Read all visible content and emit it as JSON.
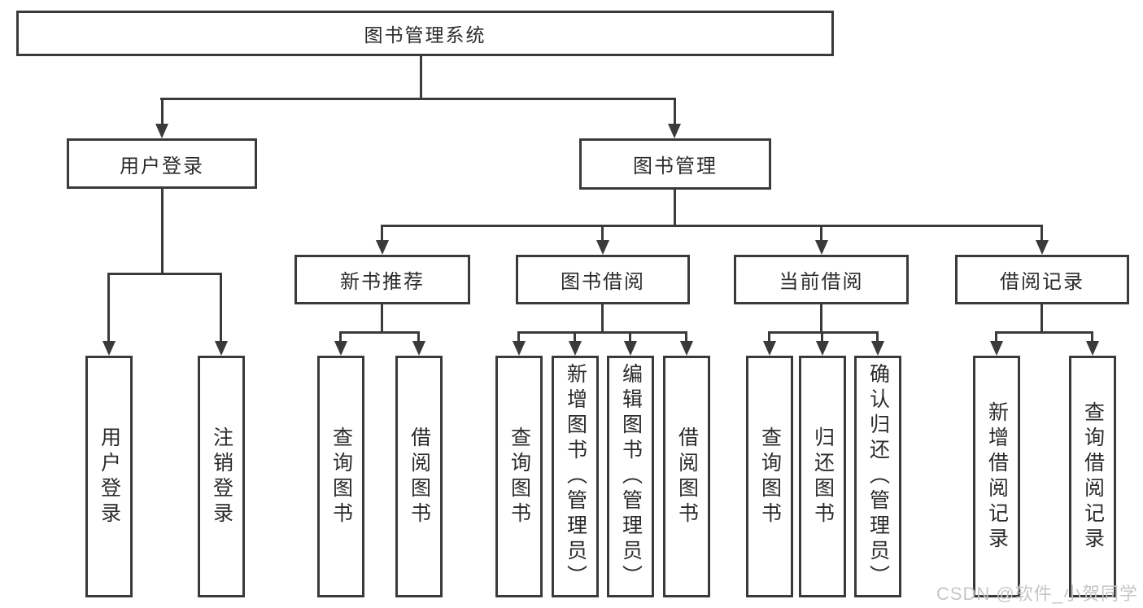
{
  "colors": {
    "line": "#3a3a3a",
    "text": "#2b2b2b",
    "watermark": "#c6c6c6",
    "background": "#ffffff"
  },
  "tree": {
    "root": {
      "label": "图书管理系统"
    },
    "level2": [
      {
        "label": "用户登录"
      },
      {
        "label": "图书管理"
      }
    ],
    "level3": [
      {
        "label": "新书推荐"
      },
      {
        "label": "图书借阅"
      },
      {
        "label": "当前借阅"
      },
      {
        "label": "借阅记录"
      }
    ],
    "leaves": {
      "user_login": [
        "用户登录",
        "注销登录"
      ],
      "new_book_recommend": [
        "查询图书",
        "借阅图书"
      ],
      "book_borrow": [
        "查询图书",
        "新增图书（管理员）",
        "编辑图书（管理员）",
        "借阅图书"
      ],
      "current_borrow": [
        "查询图书",
        "归还图书",
        "确认归还（管理员）"
      ],
      "borrow_record": [
        "新增借阅记录",
        "查询借阅记录"
      ]
    }
  },
  "watermark": {
    "text": "CSDN @软件_小贺同学"
  }
}
